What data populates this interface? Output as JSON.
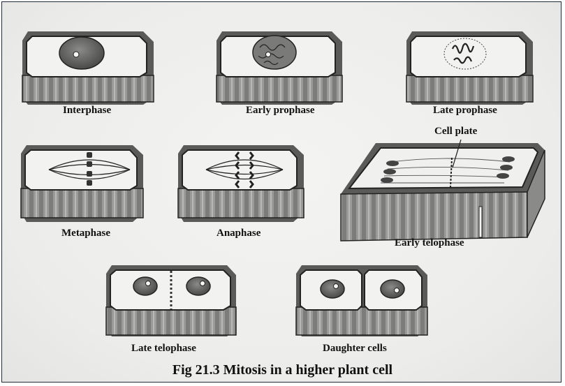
{
  "figure": {
    "caption": "Fig 21.3 Mitosis in a higher plant cell"
  },
  "stages": {
    "interphase": "Interphase",
    "early_prophase": "Early prophase",
    "late_prophase": "Late prophase",
    "metaphase": "Metaphase",
    "anaphase": "Anaphase",
    "early_telophase": "Early telophase",
    "late_telophase": "Late telophase",
    "daughter_cells": "Daughter cells"
  },
  "annotations": {
    "cell_plate": "Cell plate"
  }
}
